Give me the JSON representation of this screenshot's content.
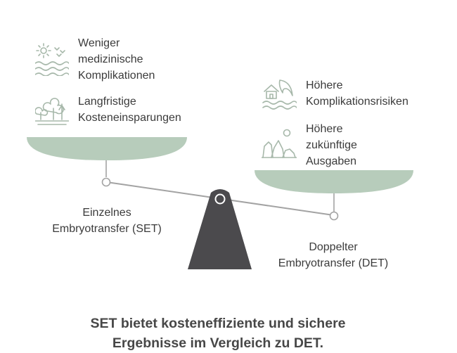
{
  "left_pan": {
    "items": [
      {
        "icon": "sun-birds-waves-icon",
        "lines": [
          "Weniger",
          "medizinische",
          "Komplikationen"
        ]
      },
      {
        "icon": "trees-icon",
        "lines": [
          "Langfristige",
          "Kosteneinsparungen"
        ]
      }
    ],
    "label_lines": [
      "Einzelnes",
      "Embryotransfer (SET)"
    ]
  },
  "right_pan": {
    "items": [
      {
        "icon": "house-wave-icon",
        "lines": [
          "Höhere",
          "Komplikationsrisiken"
        ]
      },
      {
        "icon": "rocks-moon-icon",
        "lines": [
          "Höhere",
          "zukünftige",
          "Ausgaben"
        ]
      }
    ],
    "label_lines": [
      "Doppelter",
      "Embryotransfer (DET)"
    ]
  },
  "conclusion_lines": [
    "SET bietet kosteneffiziente und sichere",
    "Ergebnisse im Vergleich zu DET."
  ],
  "colors": {
    "pan": "#b7ccbb",
    "icon": "#a7b8aa",
    "beam": "#a3a3a3",
    "fulcrum": "#4b4a4d",
    "text": "#3b3b3b",
    "conclusion": "#474747"
  }
}
